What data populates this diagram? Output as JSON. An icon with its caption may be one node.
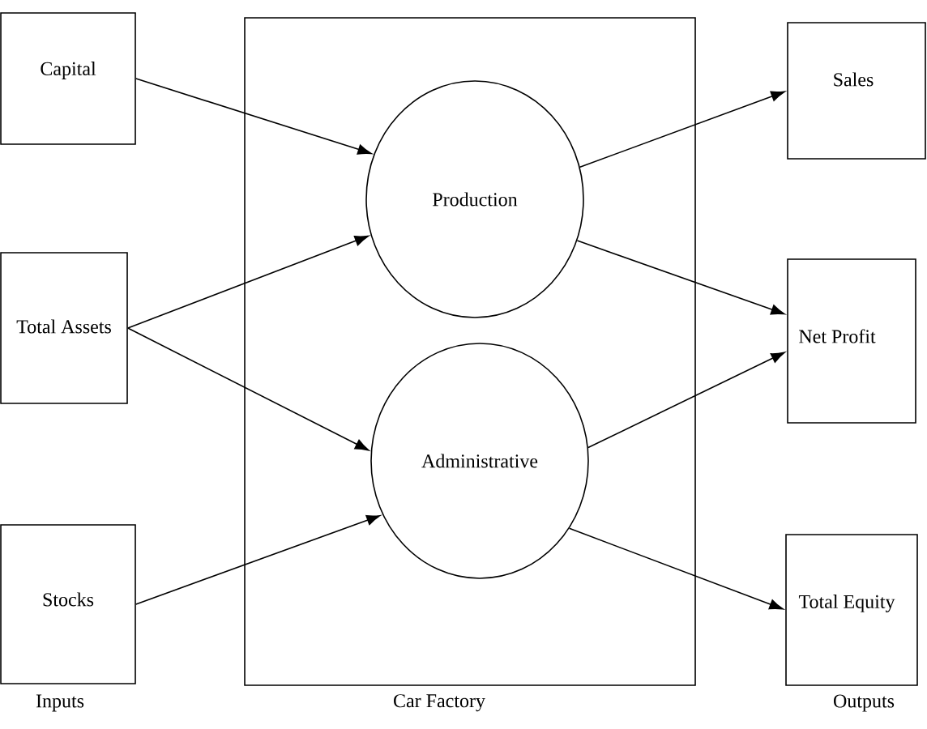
{
  "diagram": {
    "nodes": [
      {
        "text": [
          "Capital"
        ]
      },
      {
        "text": [
          "Total Assets"
        ]
      },
      {
        "text": [
          "Stocks"
        ]
      },
      {
        "text": [
          "Car Factory"
        ]
      },
      {
        "text": [
          "Production"
        ],
        "in": 3
      },
      {
        "text": [
          "Administrative"
        ],
        "in": 3
      },
      {
        "text": [
          "Sales"
        ]
      },
      {
        "text": [
          "Net Profit"
        ]
      },
      {
        "text": [
          "Total Equity"
        ]
      }
    ],
    "edges": [
      {
        "from": 0,
        "to": 4,
        "arrow": "to"
      },
      {
        "from": 1,
        "to": 4,
        "arrow": "to"
      },
      {
        "from": 1,
        "to": 5,
        "arrow": "to"
      },
      {
        "from": 2,
        "to": 5,
        "arrow": "to"
      },
      {
        "from": 4,
        "to": 6,
        "arrow": "to"
      },
      {
        "from": 4,
        "to": 7,
        "arrow": "to"
      },
      {
        "from": 5,
        "to": 7,
        "arrow": "to"
      },
      {
        "from": 5,
        "to": 8,
        "arrow": "to"
      }
    ],
    "labels": [
      "Inputs",
      "Outputs"
    ]
  }
}
